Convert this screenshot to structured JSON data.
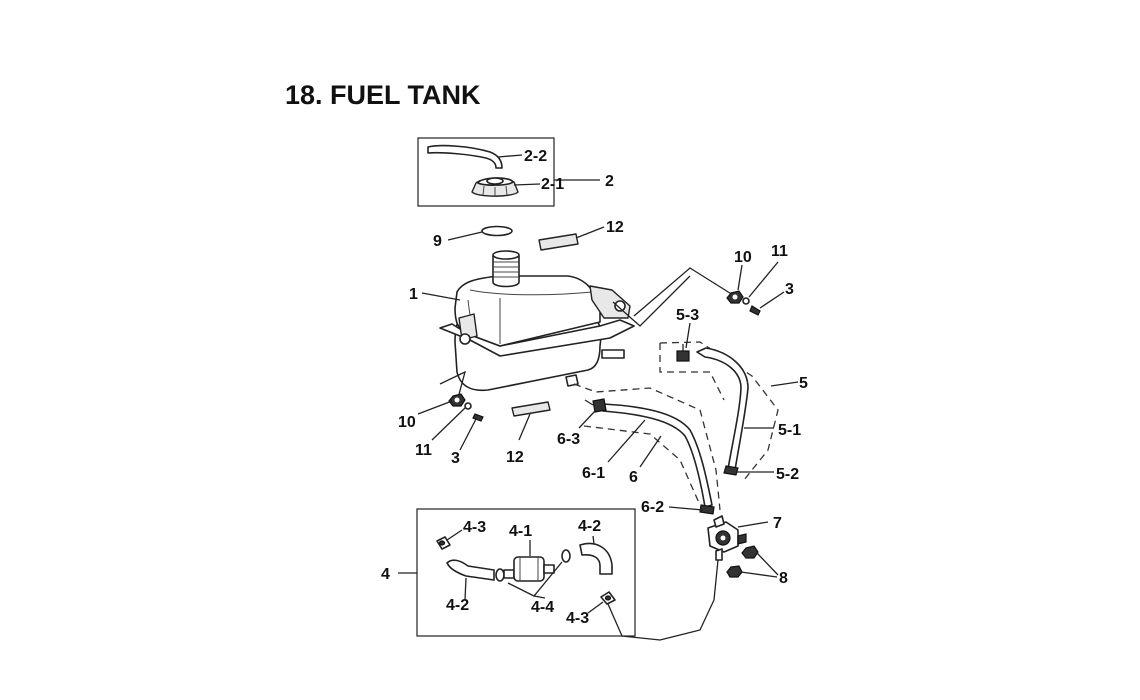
{
  "title": "18. FUEL TANK",
  "labels": {
    "l2_2": "2-2",
    "l2_1": "2-1",
    "l2": "2",
    "l9": "9",
    "l12_top": "12",
    "l1": "1",
    "l10_right": "10",
    "l11_right": "11",
    "l3_right": "3",
    "l5_3": "5-3",
    "l5": "5",
    "l10_left": "10",
    "l11_left": "11",
    "l3_left": "3",
    "l12_bottom": "12",
    "l6_3": "6-3",
    "l6_1": "6-1",
    "l6": "6",
    "l5_1": "5-1",
    "l5_2": "5-2",
    "l6_2": "6-2",
    "l7": "7",
    "l8": "8",
    "l4": "4",
    "l4_3_top": "4-3",
    "l4_1": "4-1",
    "l4_2_top": "4-2",
    "l4_2_bottom": "4-2",
    "l4_4": "4-4",
    "l4_3_bottom": "4-3"
  }
}
